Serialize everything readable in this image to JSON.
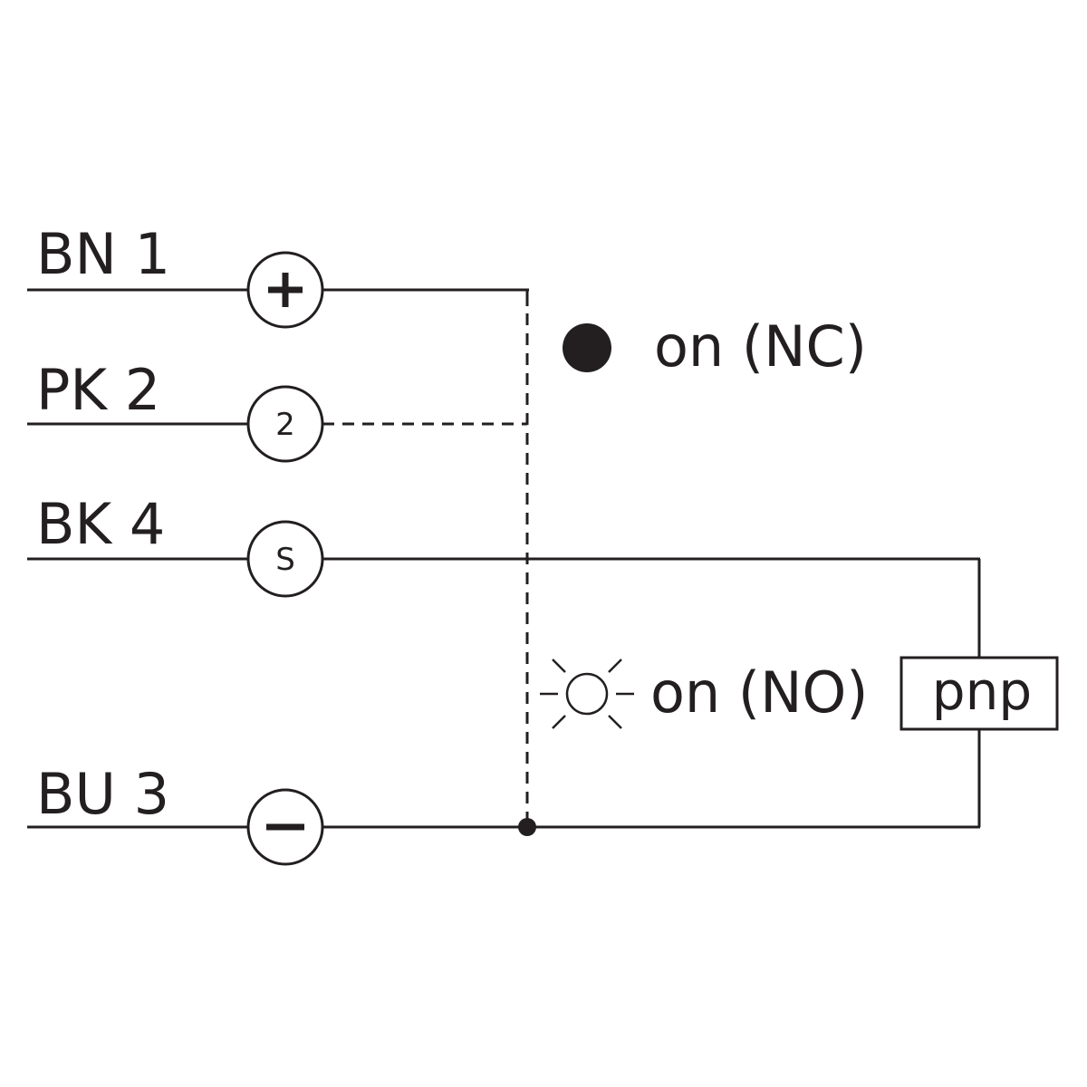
{
  "wires": [
    {
      "label": "BN 1",
      "pin": "+",
      "pin_type": "plus-icon"
    },
    {
      "label": "PK 2",
      "pin": "2",
      "pin_type": "text"
    },
    {
      "label": "BK 4",
      "pin": "S",
      "pin_type": "text"
    },
    {
      "label": "BU 3",
      "pin": "−",
      "pin_type": "minus-icon"
    }
  ],
  "indicators": {
    "nc": {
      "label": "on (NC)",
      "icon": "filled-dot-icon"
    },
    "no": {
      "label": "on (NO)",
      "icon": "led-light-icon"
    }
  },
  "output_box": {
    "label": "pnp"
  },
  "colors": {
    "ink": "#231f20",
    "background": "#ffffff"
  }
}
